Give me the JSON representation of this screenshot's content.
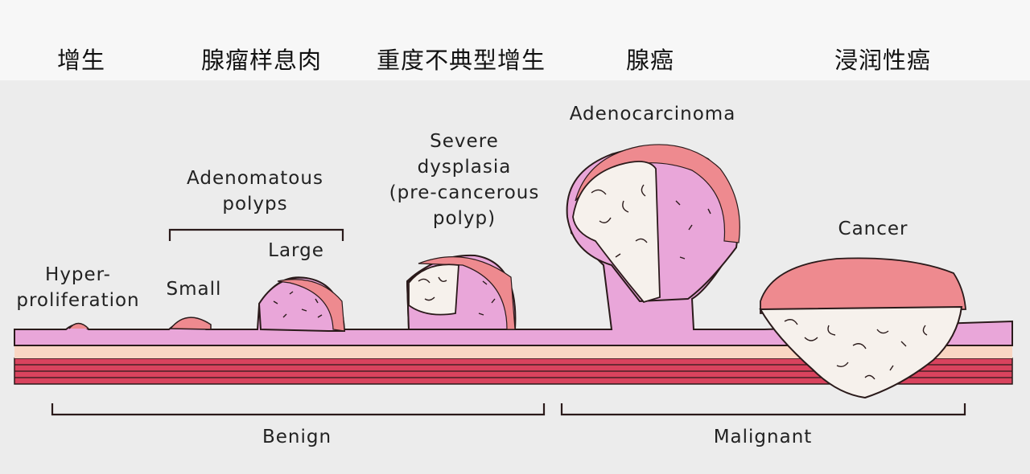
{
  "zh_labels": {
    "hyperplasia": "增生",
    "adenomatous_polyp": "腺瘤样息肉",
    "severe_dysplasia": "重度不典型增生",
    "adenocarcinoma": "腺癌",
    "invasive_cancer": "浸润性癌"
  },
  "en_labels": {
    "hyper_1": "Hyper-",
    "hyper_2": "proliferation",
    "small": "Small",
    "adeno_polyps_1": "Adenomatous",
    "adeno_polyps_2": "polyps",
    "large": "Large",
    "severe_1": "Severe",
    "severe_2": "dysplasia",
    "severe_3": "(pre-cancerous",
    "severe_4": "polyp)",
    "adenocarcinoma": "Adenocarcinoma",
    "cancer": "Cancer",
    "benign": "Benign",
    "malignant": "Malignant"
  },
  "colors": {
    "mucosa_pink": "#e9a6d9",
    "submucosa_peach": "#f9d6c3",
    "muscle_red": "#d9435e",
    "tumor_white": "#f6f1ec",
    "tumor_surface": "#ee8a8f",
    "outline": "#2a1a1a"
  }
}
